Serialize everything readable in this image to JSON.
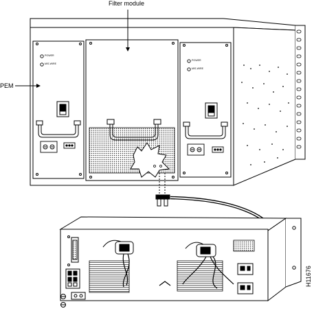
{
  "callouts": {
    "filter_module": "Filter module",
    "pem": "PEM"
  },
  "figure_id": "H11676",
  "pem_left": {
    "led1": "POWER",
    "led2": "MIS-WIRE"
  },
  "pem_right": {
    "led1": "POWER",
    "led2": "MIS-WIRE"
  },
  "colors": {
    "line": "#000000",
    "mesh": "#333333",
    "background": "#ffffff"
  }
}
